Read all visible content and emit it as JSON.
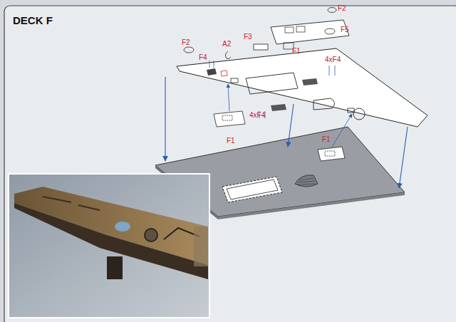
{
  "diagram": {
    "title": "DECK F",
    "labels": [
      "F2",
      "F5",
      "F3",
      "F1",
      "F2",
      "F4",
      "A2",
      "4xF4",
      "4xF4",
      "F1",
      "F1"
    ]
  }
}
